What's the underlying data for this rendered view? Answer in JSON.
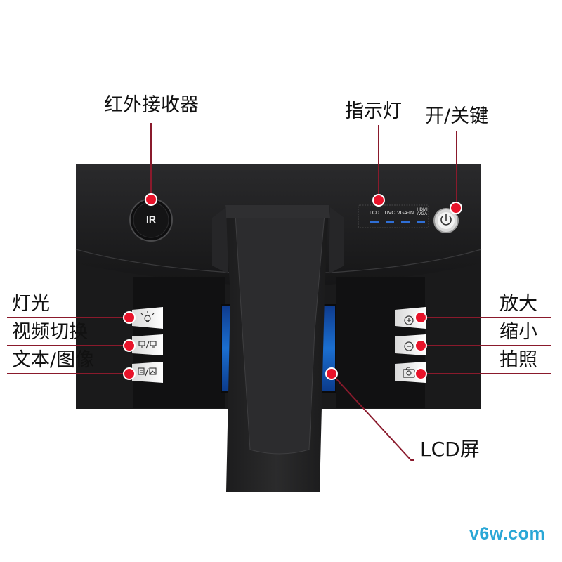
{
  "labels": {
    "ir_receiver": "红外接收器",
    "indicator": "指示灯",
    "power_key": "开/关键",
    "light": "灯光",
    "video_switch": "视频切换",
    "text_image": "文本/图像",
    "zoom_in": "放大",
    "zoom_out": "缩小",
    "capture": "拍照",
    "lcd_screen": "LCD屏"
  },
  "device": {
    "ir_button": "IR",
    "indicators": [
      "LCD",
      "UVC",
      "VGA-IN",
      "HDMI\n/VGA"
    ]
  },
  "icons": {
    "ir": "ir-receiver-icon",
    "power": "power-icon",
    "light": "lightbulb-icon",
    "video": "monitor-switch-icon",
    "textimage": "document-image-icon",
    "zoomin": "plus-circle-icon",
    "zoomout": "minus-circle-icon",
    "capture": "camera-icon"
  },
  "colors": {
    "pointer_line": "#8a1a2c",
    "pointer_dot": "#e8132a",
    "body": "#1b1b1c",
    "indicator_led": "#2f6fd6",
    "watermark": "#2aa7d6"
  },
  "watermark": "v6w.com"
}
